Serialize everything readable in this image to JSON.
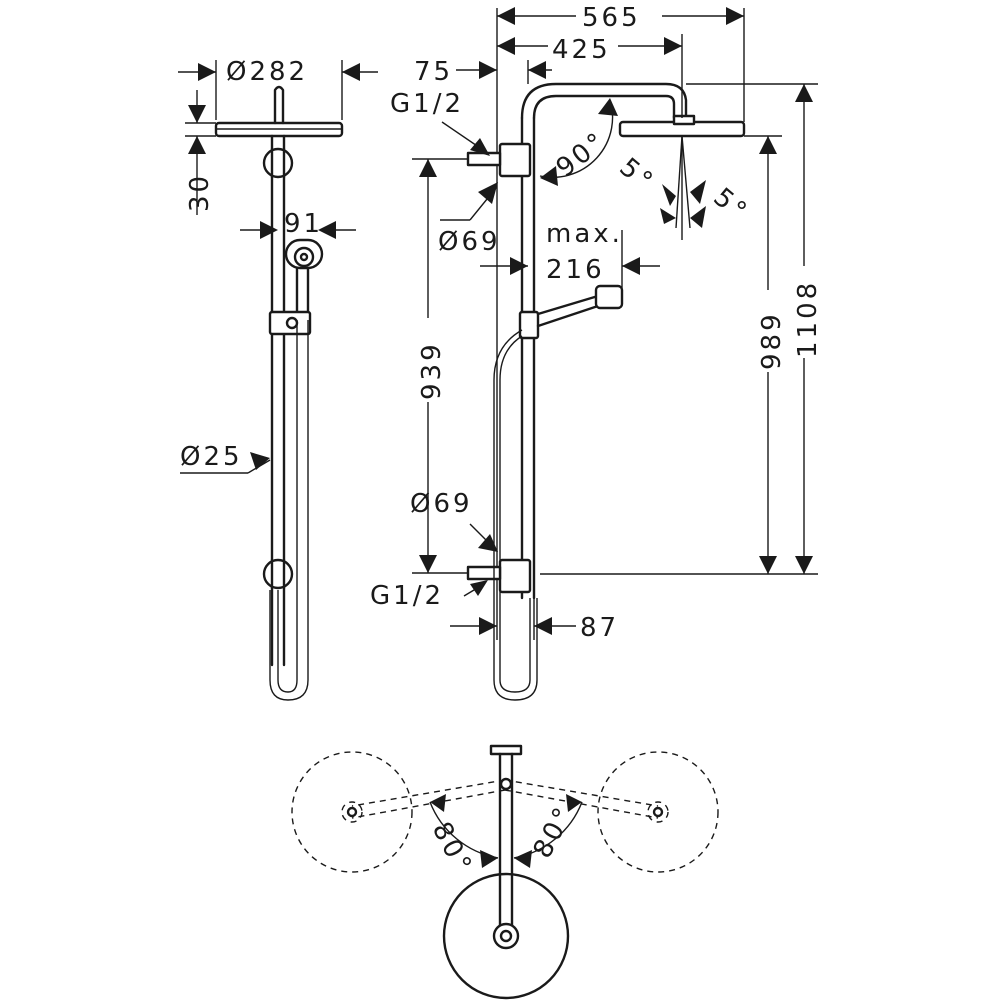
{
  "labels": {
    "dia_head": "Ø282",
    "height_30": "30",
    "dia_91": "91",
    "dia_25": "Ø25",
    "width_565": "565",
    "width_425": "425",
    "offset_75": "75",
    "thread_top": "G1/2",
    "angle_90": "90°",
    "angle_5a": "5°",
    "angle_5b": "5°",
    "dia_69_top": "Ø69",
    "max": "max.",
    "width_216": "216",
    "height_939": "939",
    "height_989": "989",
    "height_1108": "1108",
    "dia_69_bottom": "Ø69",
    "thread_bottom": "G1/2",
    "width_87": "87",
    "rotation_left": "80°",
    "rotation_right": "80°"
  }
}
